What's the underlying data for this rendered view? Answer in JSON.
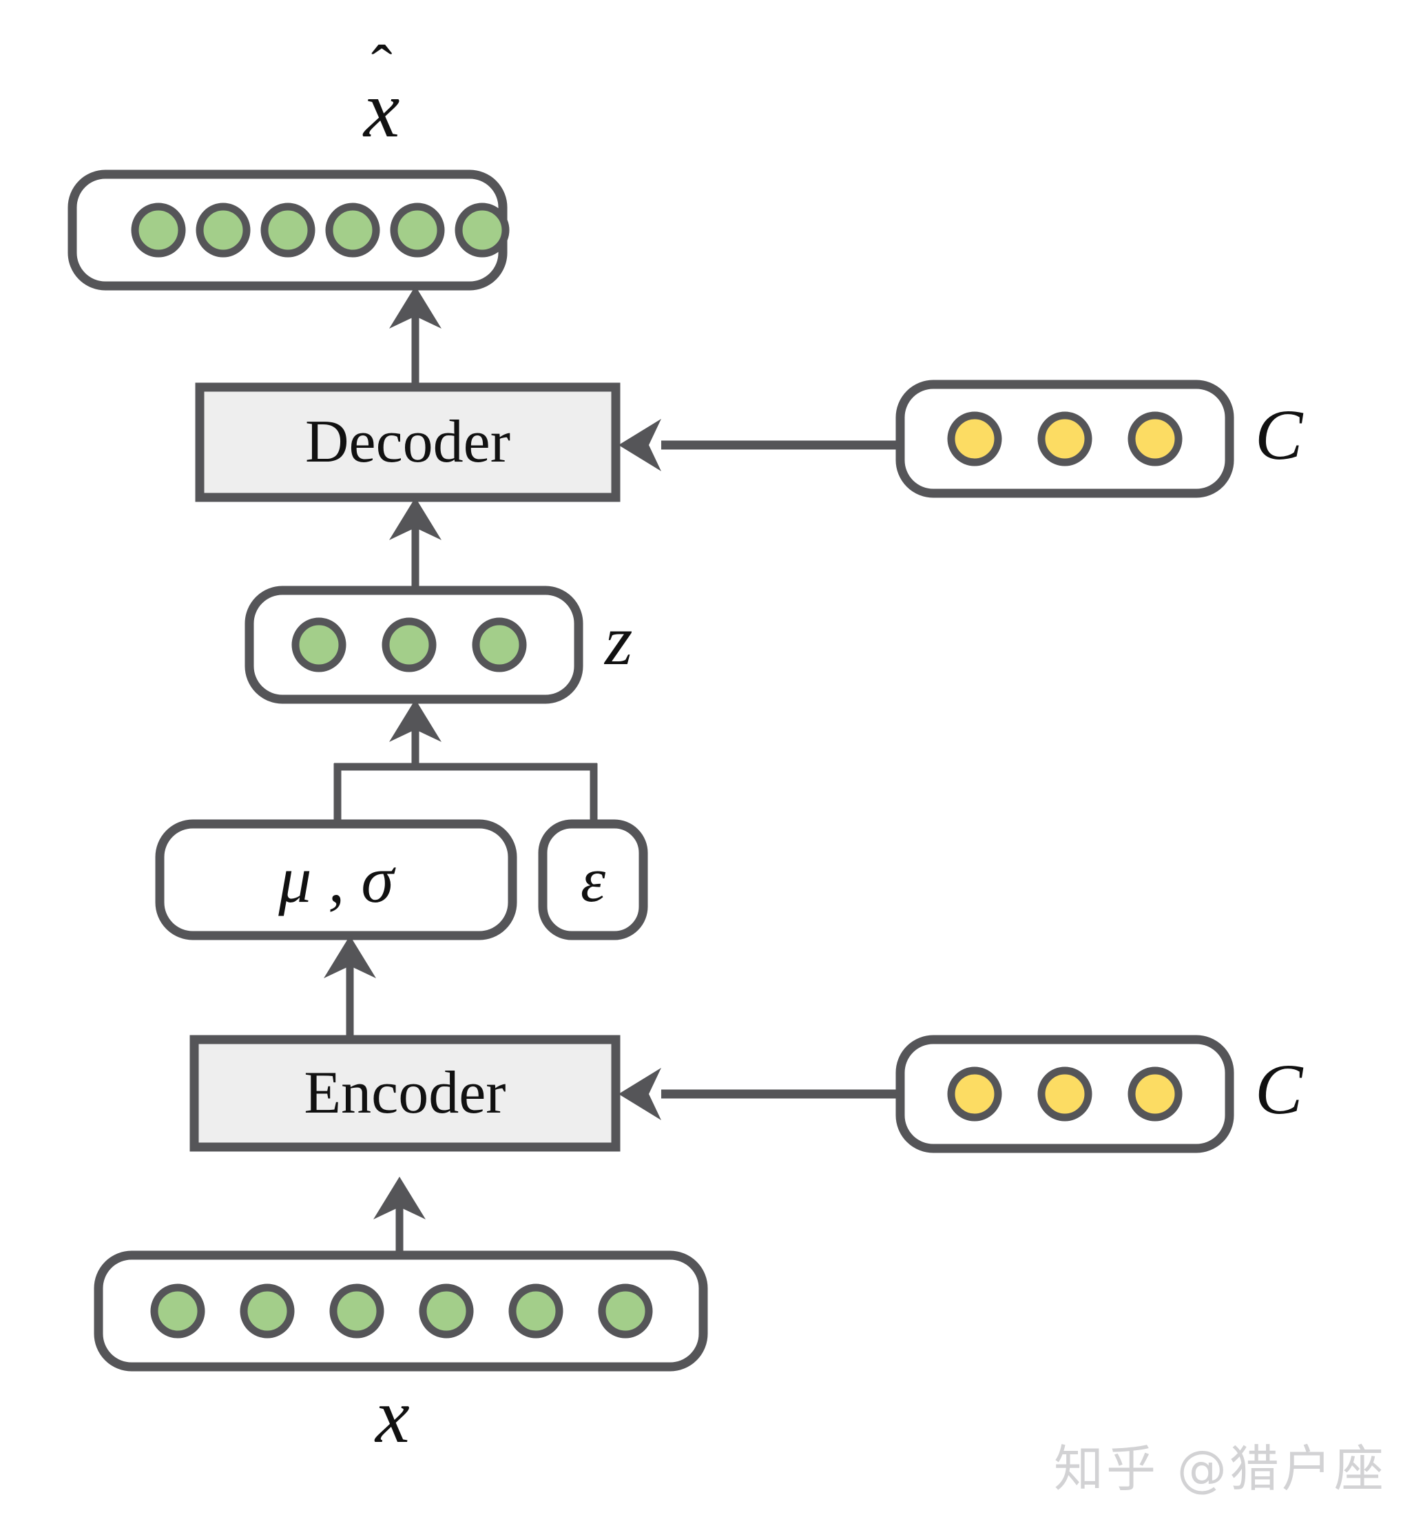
{
  "figure": {
    "title": "Conditional Variational Autoencoder (CVAE) architecture diagram",
    "background_color": "#ffffff",
    "stroke_color": "#555558",
    "node_green": "#a3ce8a",
    "node_yellow": "#fcdc63",
    "block_fill": "#eeeeee",
    "watermark_color": "#d2d2d4"
  },
  "labels": {
    "x_hat": "x̂",
    "x_hat_base": "x",
    "z": "z",
    "x": "x",
    "c_top": "C",
    "c_bottom": "C",
    "mu_sigma": "μ  ,  σ",
    "epsilon": "ε",
    "decoder": "Decoder",
    "encoder": "Encoder"
  },
  "layers": {
    "output_layer": {
      "name": "x̂",
      "node_count": 6,
      "node_color": "#a3ce8a"
    },
    "latent_layer": {
      "name": "z",
      "node_count": 3,
      "node_color": "#a3ce8a"
    },
    "input_layer": {
      "name": "x",
      "node_count": 6,
      "node_color": "#a3ce8a"
    },
    "condition_top": {
      "name": "C",
      "node_count": 3,
      "node_color": "#fcdc63"
    },
    "condition_bottom": {
      "name": "C",
      "node_count": 3,
      "node_color": "#fcdc63"
    }
  },
  "blocks": [
    {
      "id": "decoder",
      "label": "Decoder"
    },
    {
      "id": "encoder",
      "label": "Encoder"
    }
  ],
  "pills": [
    {
      "id": "mu-sigma",
      "label": "μ  ,  σ"
    },
    {
      "id": "epsilon",
      "label": "ε"
    }
  ],
  "edges": [
    {
      "from": "decoder",
      "to": "output_layer",
      "direction": "up"
    },
    {
      "from": "latent_layer",
      "to": "decoder",
      "direction": "up"
    },
    {
      "from": "condition_top",
      "to": "decoder",
      "direction": "left"
    },
    {
      "from": "mu-sigma + epsilon",
      "to": "latent_layer",
      "direction": "up"
    },
    {
      "from": "encoder",
      "to": "mu-sigma",
      "direction": "up"
    },
    {
      "from": "condition_bottom",
      "to": "encoder",
      "direction": "left"
    },
    {
      "from": "input_layer",
      "to": "encoder",
      "direction": "up"
    }
  ],
  "watermark": {
    "text": "知乎 @猎户座"
  }
}
